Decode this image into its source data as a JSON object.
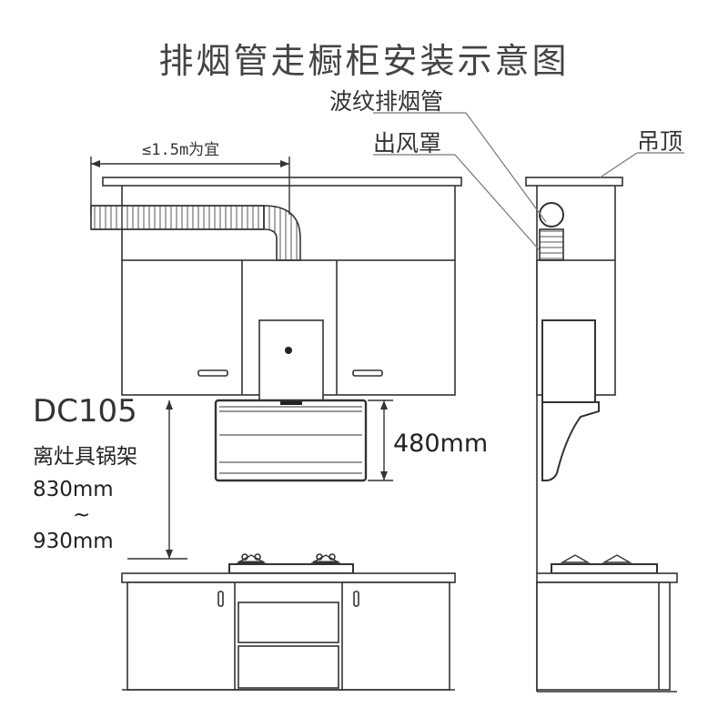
{
  "title": "排烟管走橱柜安装示意图",
  "labels": {
    "duct": "波纹排烟管",
    "outlet_cover": "出风罩",
    "ceiling": "吊顶",
    "duct_length": "≤1.5m为宜",
    "model": "DC105",
    "clearance_desc": "离灶具锅架",
    "clearance_min": "830mm",
    "clearance_tilde": "~",
    "clearance_max": "930mm",
    "hood_height": "480mm"
  },
  "colors": {
    "stroke": "#333333",
    "light_stroke": "#777777",
    "hood_fill": "#ffffff"
  }
}
